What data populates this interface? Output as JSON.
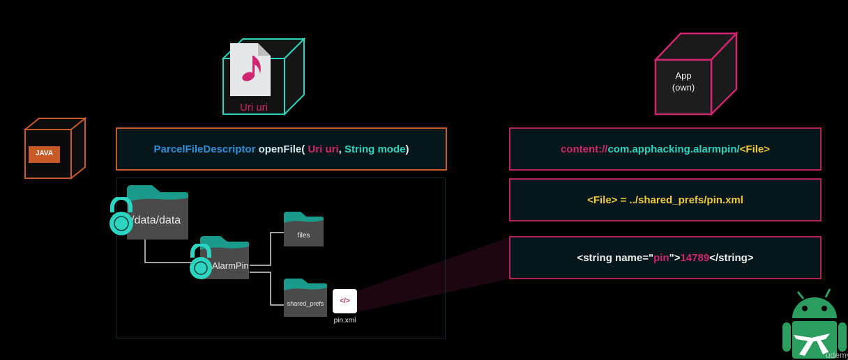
{
  "colors": {
    "background": "#000000",
    "orange": "#c85a28",
    "teal": "#2dd4bf",
    "pink": "#d0266f",
    "blue": "#2f8fd8",
    "yellow": "#f0cc3c",
    "folder_teal": "#1a9a8a",
    "folder_gray": "#4a4a4a",
    "android_green": "#2a9d5f"
  },
  "java_cube": {
    "label": "JAVA"
  },
  "uri_cube": {
    "label": "Uri uri",
    "icon": "music-note-file-icon"
  },
  "app_cube": {
    "line1": "App",
    "line2": "(own)"
  },
  "method_signature": {
    "return_type": "ParcelFileDescriptor",
    "method": "openFile(",
    "param1": "Uri uri",
    "sep": " ,",
    "param2": "String mode",
    "close": " )"
  },
  "content_uri": {
    "scheme": "content://",
    "authority": "com.apphacking.alarmpin/",
    "file": "<File>"
  },
  "file_assignment": {
    "text": "<File> = ../shared_prefs/pin.xml"
  },
  "xml_line": {
    "open": "<string name=\"",
    "attr": "pin",
    "mid": "\">",
    "value": "14789",
    "close": "</string>"
  },
  "tree": {
    "root": {
      "label": "/data/data",
      "locked": true
    },
    "app": {
      "label": "AlarmPin",
      "locked": true
    },
    "children": [
      {
        "label": "files"
      },
      {
        "label": "shared_prefs"
      }
    ],
    "file": {
      "label": "pin.xml",
      "icon": "xml-code-icon",
      "glyph": "</>"
    }
  },
  "watermark": {
    "text": "ûdemy"
  }
}
